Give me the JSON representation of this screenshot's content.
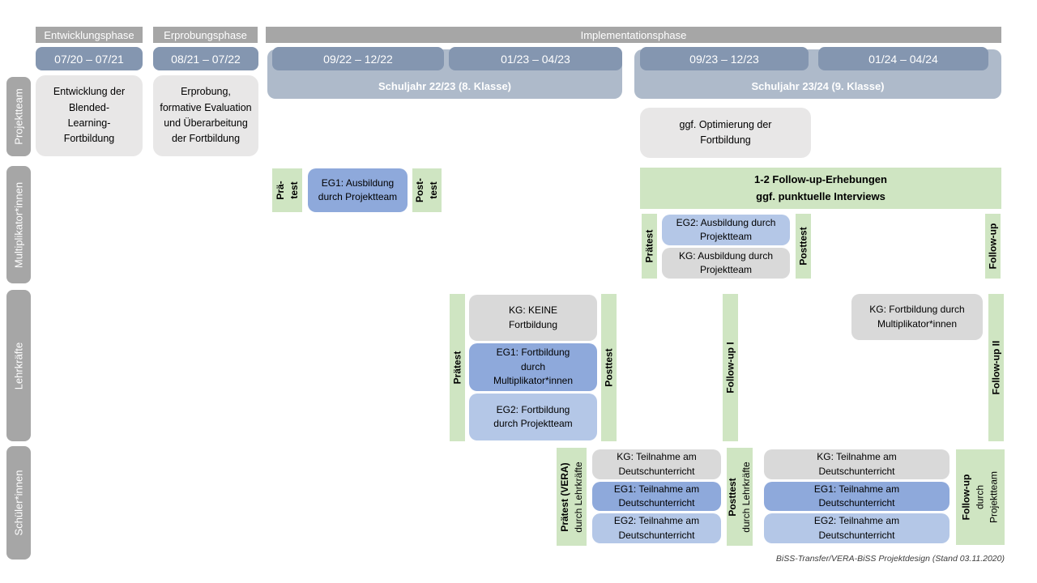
{
  "colors": {
    "phase_bar": "#a6a6a6",
    "period_bar": "#8496b0",
    "school_year_band": "#aebaca",
    "row_label_bar": "#a6a6a6",
    "box_light_gray": "#e8e7e7",
    "box_kg_gray": "#d9d9d9",
    "box_eg1_blue": "#8ea9db",
    "box_eg2_blue": "#b4c7e7",
    "box_green": "#cfe5c2"
  },
  "phases": [
    "Entwicklungsphase",
    "Erprobungsphase",
    "Implementationsphase"
  ],
  "periods": [
    "07/20 – 07/21",
    "08/21 – 07/22",
    "09/22 – 12/22",
    "01/23 – 04/23",
    "09/23 – 12/23",
    "01/24 – 04/24"
  ],
  "school_years": [
    "Schuljahr 22/23 (8. Klasse)",
    "Schuljahr 23/24 (9. Klasse)"
  ],
  "row_labels": [
    "Projektteam",
    "Multiplikator*innen",
    "Lehrkräfte",
    "Schüler*innen"
  ],
  "projektteam": {
    "development_box": "Entwicklung der Blended-Learning-Fortbildung",
    "testing_box": "Erprobung, formative Evaluation und Überarbeitung der Fortbildung",
    "optimization_box": "ggf. Optimierung der Fortbildung"
  },
  "multiplikatoren": {
    "pretest_tab": "Prä-\ntest",
    "eg1_box": "EG1: Ausbildung durch Projektteam",
    "posttest_tab": "Post-\ntest",
    "followup_box": "1-2 Follow-up-Erhebungen\nggf. punktuelle Interviews",
    "pretest2_tab": "Prätest",
    "eg2_box": "EG2: Ausbildung durch Projektteam",
    "kg_box": "KG: Ausbildung durch Projektteam",
    "posttest2_tab": "Posttest",
    "followup_tab": "Follow-up"
  },
  "lehrkraefte": {
    "pretest_tab": "Prätest",
    "kg_box": "KG: KEINE Fortbildung",
    "eg1_box": "EG1: Fortbildung durch Multiplikator*innen",
    "eg2_box": "EG2: Fortbildung durch Projektteam",
    "posttest_tab": "Posttest",
    "followup1_tab": "Follow-up I",
    "kg2_box": "KG: Fortbildung durch Multiplikator*innen",
    "followup2_tab": "Follow-up II"
  },
  "schueler": {
    "pretest_tab_main": "Prätest (VERA)",
    "pretest_tab_sub": "durch Lehrkräfte",
    "kg_box1": "KG: Teilnahme am Deutschunterricht",
    "eg1_box1": "EG1: Teilnahme am Deutschunterricht",
    "eg2_box1": "EG2: Teilnahme am Deutschunterricht",
    "posttest_tab_main": "Posttest",
    "posttest_tab_sub": "durch Lehrkräfte",
    "kg_box2": "KG: Teilnahme am Deutschunterricht",
    "eg1_box2": "EG1: Teilnahme am Deutschunterricht",
    "eg2_box2": "EG2: Teilnahme am Deutschunterricht",
    "followup_tab_main": "Follow-up",
    "followup_tab_sub1": "durch",
    "followup_tab_sub2": "Projektteam"
  },
  "caption": "BiSS-Transfer/VERA-BiSS Projektdesign (Stand 03.11.2020)"
}
